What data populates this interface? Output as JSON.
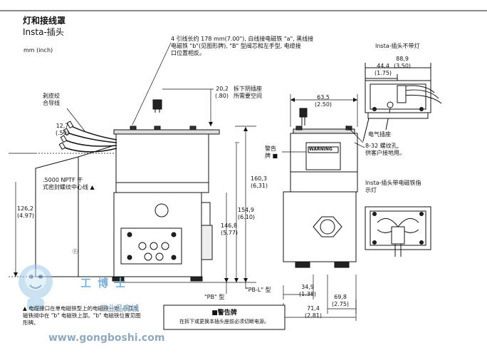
{
  "header": {
    "title_line1": "灯和接线罩",
    "title_line2": "Insta-插头",
    "unit_note": "mm (inch)"
  },
  "callouts": {
    "lead_note": "4 引线长约 178 mm(7.00\"), 白线接电磁铁 \"a\", 黑线接\n电磁铁 \"b\"(见图形牌), \"B\" 型阀芯和左手型, 电缆接\n口位置相反。",
    "stripped_wire": "剥皮绞\n合导线",
    "npt_note": ".5000 NPTF 干\n式密封螺纹中心线 ▲",
    "remove_socket": "拆下阴插座\n所需要空间",
    "warning_plate_label": "警告\n牌 ■",
    "warning_plate_text": "WARNING",
    "electrical_socket": "电气插座",
    "screw_hole": "8-32 螺纹孔,\n供客户接地用。",
    "pb_type": "\"PB\" 型",
    "pbl_type": "\"PB-L\" 型"
  },
  "dimensions": {
    "d_12_7": "12,7\n(.50)",
    "d_20_2": "20,2\n(.80)",
    "d_126_2": "126,2\n(4.97)",
    "d_160_3": "160,3\n(6,31)",
    "d_154_9": "154,9\n(6.10)",
    "d_146_8": "146,8\n(5.77)",
    "d_63_5": "63,5\n(2.50)",
    "d_34_9": "34,9\n(1.38)",
    "d_69_8": "69,8\n(2.75)",
    "d_71_4": "71,4\n(2.81)",
    "d_88_9": "88,9\n(3.50)",
    "d_44_4": "44,4\n(1.75)"
  },
  "insets": {
    "no_light_title": "Insta-插头不带灯",
    "with_light_title": "Insta-插头带电磁铁指\n示灯"
  },
  "footer": {
    "footnote": "▲ 电缆接口在单电磁铁型上的电磁铁一端, 在双电\n磁铁阀中在 \"b\" 电磁铁上部。\"b\" 电磁铁位置见图\n形牌。",
    "warning_title": "■警告牌",
    "warning_body": "在拆下或更换本插头座前必须切断电源。",
    "watermark_url": "www.gongboshi.com",
    "watermark_brand": "工 博 士",
    "watermark_mall": "工业品商城",
    "registered": "®"
  }
}
